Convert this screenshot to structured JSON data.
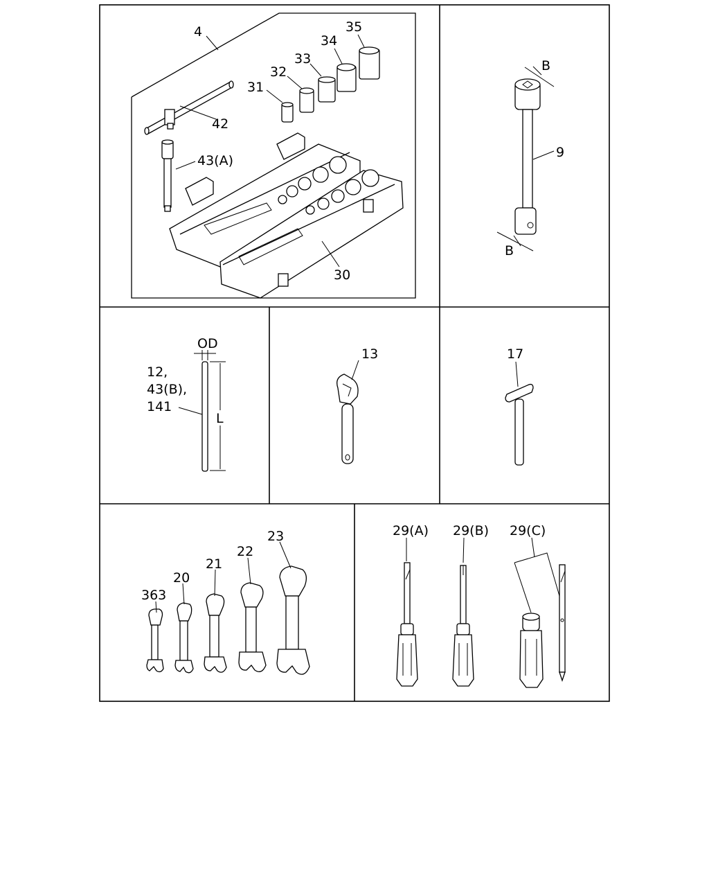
{
  "callouts": {
    "kit": "4",
    "socket_31": "31",
    "socket_32": "32",
    "socket_33": "33",
    "socket_34": "34",
    "socket_35": "35",
    "tbar_handle": "42",
    "extension_bar": "43(A)",
    "tool_case": "30",
    "box_wrench": "9",
    "dim_b_top": "B",
    "dim_b_bottom": "B",
    "rod_line1": "12,",
    "rod_line2": "43(B),",
    "rod_line3": "141",
    "rod_od": "OD",
    "rod_length": "L",
    "adjustable_wrench": "13",
    "hammer": "17",
    "wrench_363": "363",
    "wrench_20": "20",
    "wrench_21": "21",
    "wrench_22": "22",
    "wrench_23": "23",
    "screwdriver_a": "29(A)",
    "screwdriver_b": "29(B)",
    "screwdriver_c": "29(C)"
  }
}
